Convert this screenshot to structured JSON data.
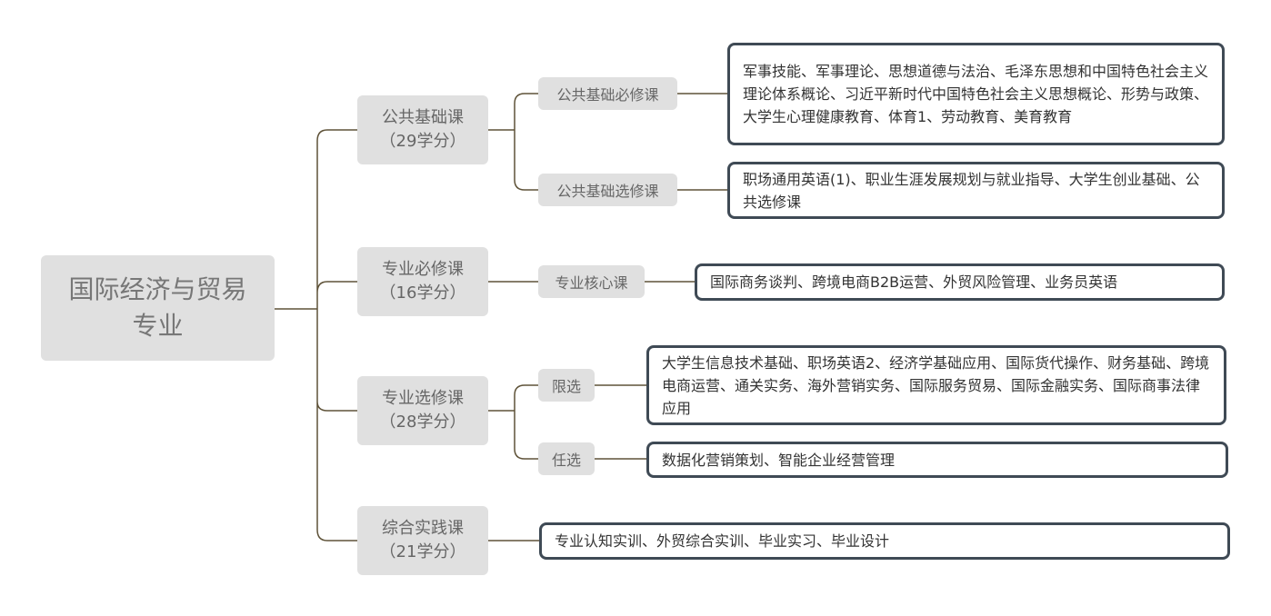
{
  "root": {
    "label": "国际经济与贸易专业"
  },
  "categories": [
    {
      "label": "公共基础课",
      "credits": "（29学分）",
      "children": [
        {
          "label": "公共基础必修课",
          "courses": "军事技能、军事理论、思想道德与法治、毛泽东思想和中国特色社会主义理论体系概论、习近平新时代中国特色社会主义思想概论、形势与政策、大学生心理健康教育、体育1、劳动教育、美育教育"
        },
        {
          "label": "公共基础选修课",
          "courses": "职场通用英语(1)、职业生涯发展规划与就业指导、大学生创业基础、公共选修课"
        }
      ]
    },
    {
      "label": "专业必修课",
      "credits": "（16学分）",
      "children": [
        {
          "label": "专业核心课",
          "courses": "国际商务谈判、跨境电商B2B运营、外贸风险管理、业务员英语"
        }
      ]
    },
    {
      "label": "专业选修课",
      "credits": "（28学分）",
      "children": [
        {
          "label": "限选",
          "courses": "大学生信息技术基础、职场英语2、经济学基础应用、国际货代操作、财务基础、跨境电商运营、通关实务、海外营销实务、国际服务贸易、国际金融实务、国际商事法律应用"
        },
        {
          "label": "任选",
          "courses": "数据化营销策划、智能企业经营管理"
        }
      ]
    },
    {
      "label": "综合实践课",
      "credits": "（21学分）",
      "courses": "专业认知实训、外贸综合实训、毕业实习、毕业设计"
    }
  ],
  "colors": {
    "connector": "#5e5238",
    "node_fill": "#e0e0e0",
    "leaf_border": "#3f4a55"
  }
}
